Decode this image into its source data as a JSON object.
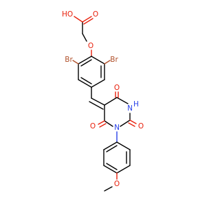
{
  "molecule": {
    "atoms": {
      "O_oh": {
        "text": "O",
        "color": "#e8200c"
      },
      "H_oh": {
        "text": "H",
        "color": "#e8200c"
      },
      "O_co": {
        "text": "O",
        "color": "#e8200c"
      },
      "O_eth": {
        "text": "O",
        "color": "#e8200c"
      },
      "Br_l": {
        "text": "Br",
        "color": "#b0502a"
      },
      "Br_r": {
        "text": "Br",
        "color": "#b0502a"
      },
      "O_top": {
        "text": "O",
        "color": "#e8200c"
      },
      "N_h": {
        "text": "N",
        "color": "#2840e8"
      },
      "H_n": {
        "text": "H",
        "color": "#2840e8"
      },
      "O_r": {
        "text": "O",
        "color": "#e8200c"
      },
      "O_l": {
        "text": "O",
        "color": "#e8200c"
      },
      "N_ar": {
        "text": "N",
        "color": "#2840e8"
      },
      "O_me": {
        "text": "O",
        "color": "#e8200c"
      }
    }
  }
}
